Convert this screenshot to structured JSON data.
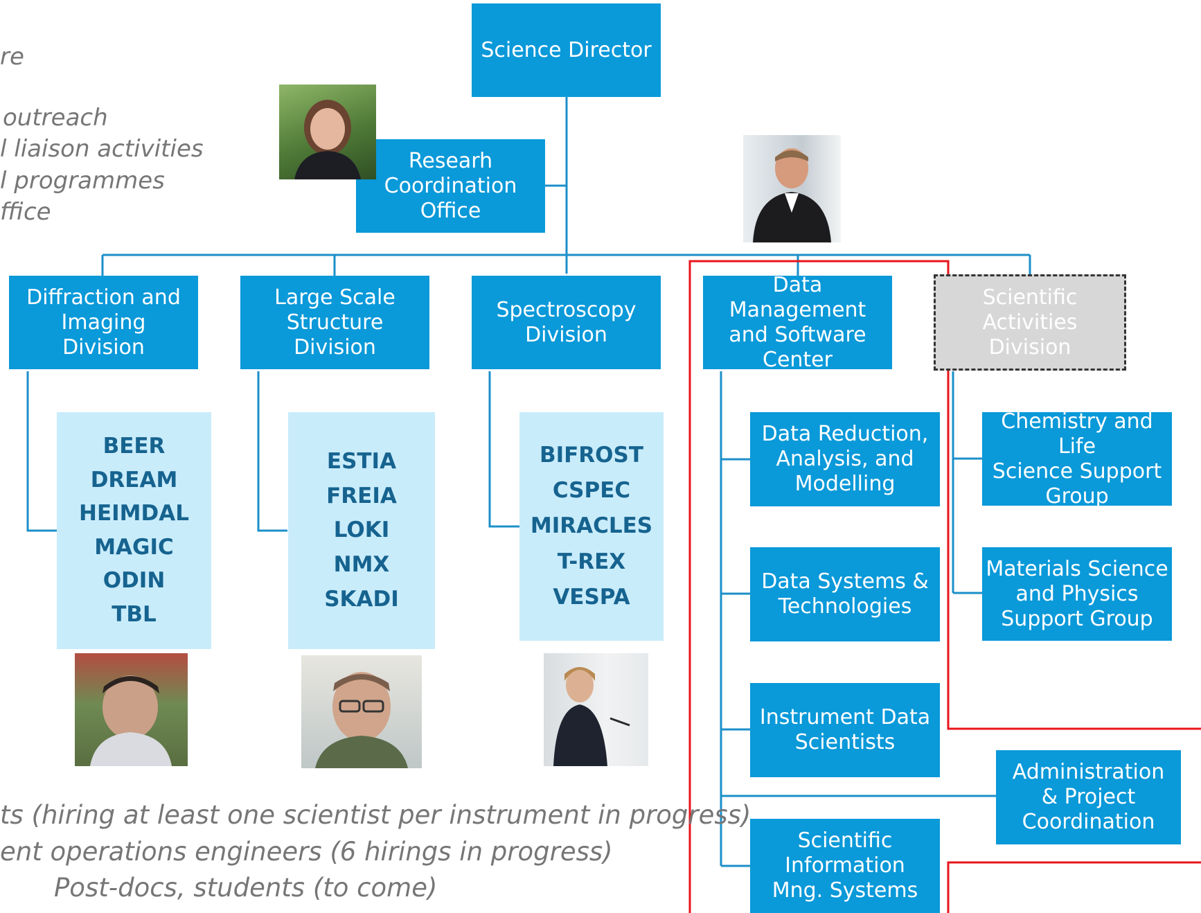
{
  "left_notes": [
    "re",
    "outreach",
    "l liaison activities",
    "l programmes",
    "ffice"
  ],
  "director": "Science Director",
  "research_office": "Researh\nCoordination\nOffice",
  "divisions": {
    "diffraction": "Diffraction and\nImaging\nDivision",
    "large_scale": "Large Scale\nStructure\nDivision",
    "spectroscopy": "Spectroscopy\nDivision",
    "dmsc": "Data Management\nand Software\nCenter",
    "scientific_activities": "Scientific Activities\nDivision"
  },
  "instruments": {
    "diffraction": [
      "BEER",
      "DREAM",
      "HEIMDAL",
      "MAGIC",
      "ODIN",
      "TBL"
    ],
    "large_scale": [
      "ESTIA",
      "FREIA",
      "LOKI",
      "NMX",
      "SKADI"
    ],
    "spectroscopy": [
      "BIFROST",
      "CSPEC",
      "MIRACLES",
      "T-REX",
      "VESPA"
    ]
  },
  "dmsc_groups": {
    "reduction": "Data Reduction,\nAnalysis, and\nModelling",
    "systems": "Data Systems &\nTechnologies",
    "ids": "Instrument Data\nScientists",
    "admin": "Administration\n& Project\nCoordination",
    "sims": "Scientific\nInformation\nMng. Systems"
  },
  "support_groups": {
    "chemistry": "Chemistry and Life\nScience Support\nGroup",
    "materials": "Materials  Science\nand Physics\nSupport Group"
  },
  "bottom_notes": [
    "ts (hiring at least one scientist per instrument in progress)",
    "ent operations engineers (6 hirings in progress)",
    "Post-docs, students (to come)"
  ],
  "colors": {
    "box_blue": "#0a99d9",
    "instrument_bg": "#c9ecfb",
    "instrument_text": "#16638f",
    "connector": "#1b8fc9",
    "highlight": "#e8141b",
    "dashed_box_bg": "#d7d7d7"
  }
}
